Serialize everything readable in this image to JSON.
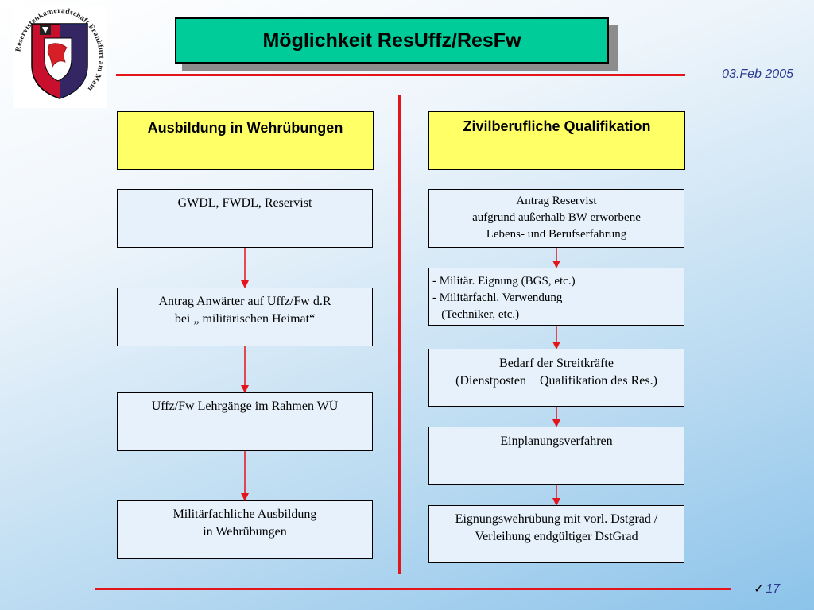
{
  "slide": {
    "title": "Möglichkeit ResUffz/ResFw",
    "date": "03.Feb 2005",
    "page_number": "17"
  },
  "logo": {
    "text": "Reservistenkameradschaft Frankfurt am Main"
  },
  "left_column": {
    "header": "Ausbildung in Wehrübungen",
    "boxes": [
      {
        "lines": [
          "GWDL, FWDL, Reservist"
        ]
      },
      {
        "lines": [
          "Antrag Anwärter auf Uffz/Fw d.R",
          "bei „ militärischen Heimat“"
        ]
      },
      {
        "lines": [
          "Uffz/Fw Lehrgänge im Rahmen WÜ"
        ]
      },
      {
        "lines": [
          "Militärfachliche Ausbildung",
          "in Wehrübungen"
        ]
      }
    ]
  },
  "right_column": {
    "header": "Zivilberufliche Qualifikation",
    "boxes": [
      {
        "lines": [
          "Antrag Reservist",
          "aufgrund außerhalb BW erworbene",
          "Lebens- und Berufserfahrung"
        ]
      },
      {
        "lines": [
          "- Militär. Eignung (BGS, etc.)",
          "- Militärfachl. Verwendung",
          "   (Techniker, etc.)"
        ]
      },
      {
        "lines": [
          "Bedarf der Streitkräfte",
          "(Dienstposten + Qualifikation des Res.)"
        ]
      },
      {
        "lines": [
          "Einplanungsverfahren"
        ]
      },
      {
        "lines": [
          "Eignungswehrübung mit vorl. Dstgrad /",
          "Verleihung endgültiger DstGrad"
        ]
      }
    ]
  },
  "colors": {
    "title_fill": "#00cc99",
    "header_fill": "#ffff66",
    "box_fill": "#e6f1fb",
    "rule_red": "#e4141b",
    "arrow_red": "#e4141b",
    "date_blue": "#2b3a8f"
  },
  "icons": {
    "logo": "coat-of-arms-icon",
    "footer_mark": "checkmark-icon"
  }
}
